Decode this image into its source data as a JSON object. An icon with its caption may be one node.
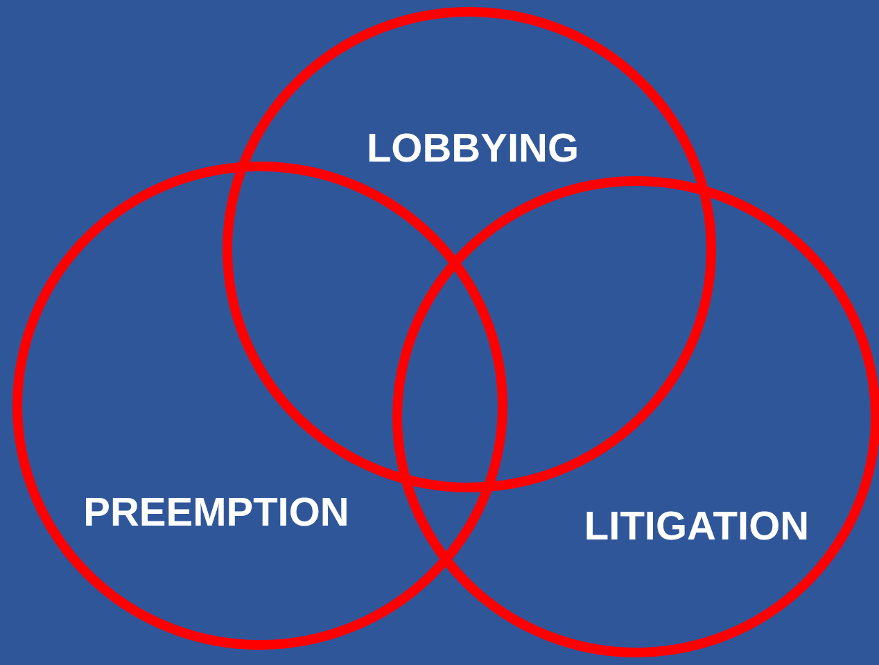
{
  "diagram": {
    "nodes": [
      {
        "text": [
          "LOBBYING"
        ]
      },
      {
        "text": [
          "PREEMPTION"
        ]
      },
      {
        "text": [
          "LITIGATION"
        ]
      }
    ]
  }
}
